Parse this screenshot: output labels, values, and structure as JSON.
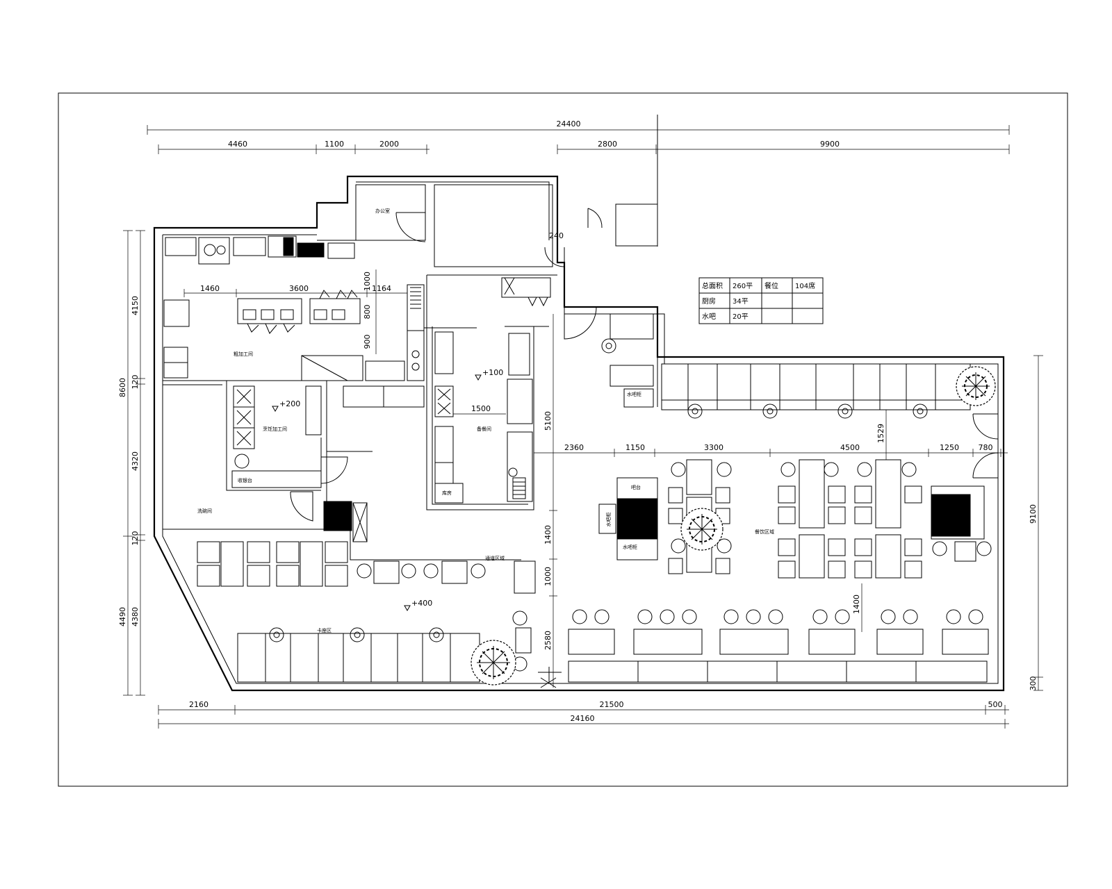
{
  "dimensions": {
    "top_total": "24400",
    "top_left": [
      "4460",
      "1100",
      "2000"
    ],
    "top_right": [
      "2800",
      "9900"
    ],
    "door_240": "240",
    "kitchen": [
      "1460",
      "3600",
      "1164"
    ],
    "kitchen_v": [
      "1000",
      "800",
      "900"
    ],
    "corridor_1500": "1500",
    "dining_row": [
      "2360",
      "1150",
      "3300",
      "4500",
      "1250",
      "780"
    ],
    "dining_1529": "1529",
    "dining_1400": "1400",
    "mid_v": [
      "5100",
      "1400",
      "1000",
      "2580"
    ],
    "left_outer": [
      "8600",
      "4490"
    ],
    "left_inner": [
      "4150",
      "120",
      "4320",
      "120",
      "4380"
    ],
    "right_total": "9100",
    "right_bottom": "300",
    "bottom_row": [
      "2160",
      "21500",
      "500"
    ],
    "bottom_total": "24160"
  },
  "elevations": [
    "+100",
    "+200",
    "+400"
  ],
  "room_labels": {
    "prep_area": "粗加工间",
    "cook_area": "烹饪加工间",
    "wash_area": "洗碗间",
    "pass_area": "备餐间",
    "store": "库房",
    "top_room": "办公室",
    "dining": "餐饮区域",
    "walkway": "通道区域",
    "booth_zone": "卡座区",
    "bar": "吧台",
    "water_1": "水吧柜",
    "water_2": "水吧柜",
    "water_3": "水吧柜",
    "cashier": "收银台"
  },
  "summary_table": {
    "rows": [
      [
        "总面积",
        "260平",
        "餐位",
        "104席"
      ],
      [
        "厨房",
        "34平",
        "",
        ""
      ],
      [
        "水吧",
        "20平",
        "",
        ""
      ]
    ]
  }
}
